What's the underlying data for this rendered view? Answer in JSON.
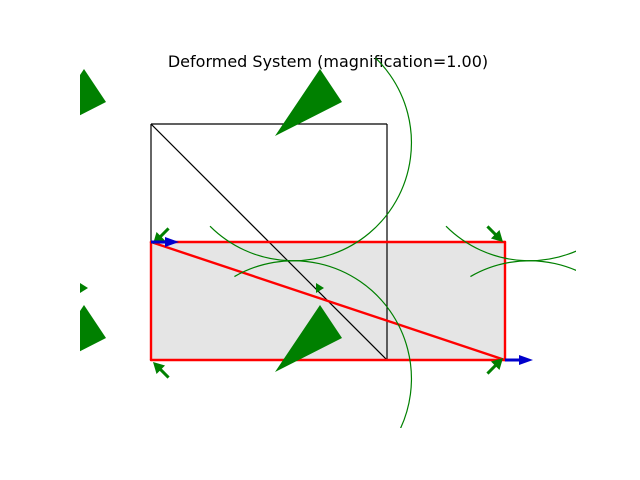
{
  "title": "Deformed System (magnification=1.00)",
  "colors": {
    "undeformed": "#000000",
    "deformed": "#ff0000",
    "fill": "#e5e5e5",
    "supports": "#008000",
    "loads": "#0000cc"
  },
  "structure": {
    "undeformed_nodes": [
      {
        "id": "n1",
        "x": 0,
        "y": 0
      },
      {
        "id": "n2",
        "x": 0,
        "y": 2
      },
      {
        "id": "n3",
        "x": 2,
        "y": 2
      },
      {
        "id": "n4",
        "x": 2,
        "y": 0
      }
    ],
    "deformed_nodes": [
      {
        "id": "n1",
        "x": 0,
        "y": 0
      },
      {
        "id": "n2",
        "x": 0,
        "y": 1
      },
      {
        "id": "n3",
        "x": 3,
        "y": 1
      },
      {
        "id": "n4",
        "x": 3,
        "y": 0
      }
    ],
    "undeformed_members": [
      [
        "n1",
        "n2"
      ],
      [
        "n2",
        "n3"
      ],
      [
        "n3",
        "n4"
      ],
      [
        "n2",
        "n4"
      ]
    ],
    "deformed_members": [
      [
        "n1",
        "n2"
      ],
      [
        "n2",
        "n3"
      ],
      [
        "n3",
        "n4"
      ],
      [
        "n4",
        "n1"
      ],
      [
        "n2",
        "n4"
      ]
    ],
    "supports": [
      "n1",
      "n2",
      "n3",
      "n4"
    ],
    "loads": [
      {
        "node": "n2",
        "direction": "+x"
      },
      {
        "node": "n4",
        "direction": "+x"
      }
    ]
  }
}
